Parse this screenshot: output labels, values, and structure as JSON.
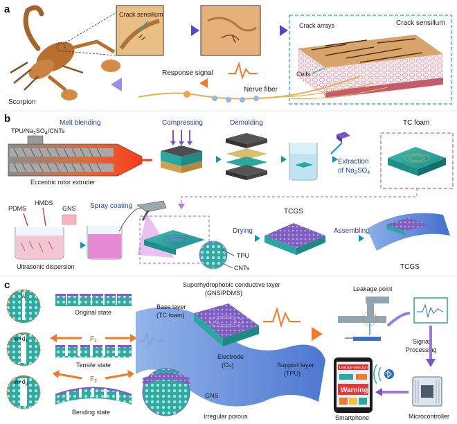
{
  "panels": {
    "a": {
      "letter": "a",
      "labels": {
        "crack_sensillum_small": "Crack sensillum",
        "crack_arrays": "Crack arrays",
        "crack_sensillum": "Crack sensillum",
        "cells": "Cells",
        "response_signal": "Response signal",
        "nerve_fiber": "Nerve fiber",
        "scorpion": "Scorpion"
      }
    },
    "b": {
      "letter": "b",
      "labels": {
        "melt_blending": "Melt blending",
        "materials": "TPU/Na",
        "materials_sub": "2",
        "materials_rest": "SO",
        "materials_sub2": "4",
        "materials_end": "/CNTs",
        "extruder": "Eccentric rotor extruder",
        "compressing": "Compressing",
        "demolding": "Demolding",
        "extraction_1": "Extraction",
        "extraction_2a": "of Na",
        "extraction_2b": "2",
        "extraction_2c": "SO",
        "extraction_2d": "4",
        "tc_foam": "TC foam",
        "pdms": "PDMS",
        "hmds": "HMDS",
        "gns": "GNS",
        "spray_coating": "Spray coating",
        "ultrasonic": "Ultrasonic dispersion",
        "tpu": "TPU",
        "cnts": "CNTs",
        "drying": "Drying",
        "assembling": "Assembling",
        "tcgs_top": "TCGS",
        "tcgs_bottom": "TCGS"
      }
    },
    "c": {
      "letter": "c",
      "labels": {
        "w": "w",
        "w_d1": "w+d",
        "w_d1_sub": "1",
        "w_d2": "w+d",
        "w_d2_sub": "2",
        "original_state": "Original state",
        "f1": "F",
        "f1_sub": "1",
        "tensile_state": "Tensile state",
        "f2": "F",
        "f2_sub": "2",
        "bending_state": "Bending state",
        "superhydrophobic_1": "Superhydrophobic conductive layer",
        "superhydrophobic_2": "(GNS/PDMS)",
        "base_layer_1": "Base layer",
        "base_layer_2": "(TC foam)",
        "electrode_1": "Electrode",
        "electrode_2": "(Cu)",
        "support_1": "Support layer",
        "support_2": "(TPU)",
        "gns": "GNS",
        "irregular_porous": "Irregular porous",
        "leakage_point": "Leakage point",
        "signal_1": "Signal",
        "signal_2": "Processing",
        "warning": "Warning",
        "leakage_detection": "Leakage detection",
        "smartphone": "Smartphone",
        "microcontroller": "Microcontroller"
      }
    }
  },
  "colors": {
    "accent_orange": "#f07a2a",
    "accent_purple": "#7a55c8",
    "teal": "#2aa8a0",
    "blue_label": "#1d3fa6",
    "dashed_teal": "#36c0c0",
    "dashed_purple": "#b77ad6"
  }
}
